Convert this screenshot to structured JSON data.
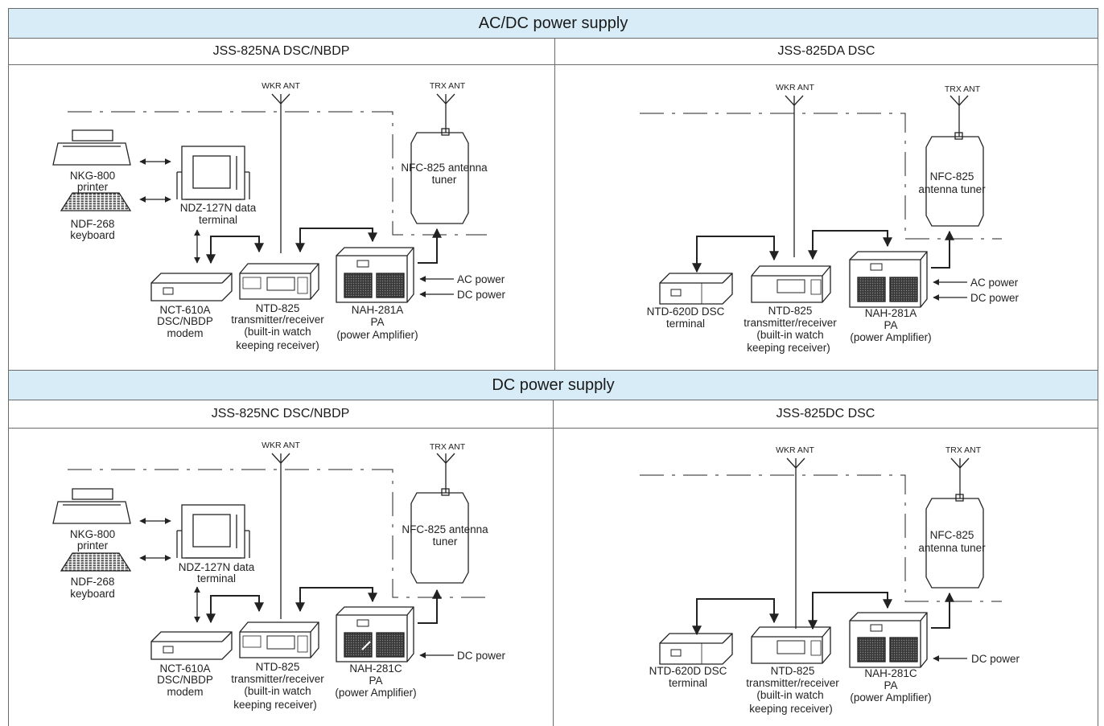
{
  "sections": [
    {
      "title": "AC/DC power supply",
      "panels": [
        {
          "title": "JSS-825NA DSC/NBDP",
          "labels": {
            "wkr_ant": "WKR ANT",
            "trx_ant": "TRX ANT",
            "printer_1": "NKG-800",
            "printer_2": "printer",
            "keyboard_1": "NDF-268",
            "keyboard_2": "keyboard",
            "terminal_1": "NDZ-127N data",
            "terminal_2": "terminal",
            "tuner_1": "NFC-825 antenna",
            "tuner_2": "tuner",
            "modem_1": "NCT-610A",
            "modem_2": "DSC/NBDP",
            "modem_3": "modem",
            "trx_1": "NTD-825",
            "trx_2": "transmitter/receiver",
            "trx_3": "(built-in watch",
            "trx_4": "keeping receiver)",
            "pa_1": "NAH-281A",
            "pa_2": "PA",
            "pa_3": "(power Amplifier)",
            "ac_power": "AC power",
            "dc_power": "DC power"
          }
        },
        {
          "title": "JSS-825DA DSC",
          "labels": {
            "wkr_ant": "WKR ANT",
            "trx_ant": "TRX ANT",
            "tuner_1": "NFC-825",
            "tuner_2": "antenna tuner",
            "dsc_1": "NTD-620D DSC",
            "dsc_2": "terminal",
            "trx_1": "NTD-825",
            "trx_2": "transmitter/receiver",
            "trx_3": "(built-in watch",
            "trx_4": "keeping receiver)",
            "pa_1": "NAH-281A",
            "pa_2": "PA",
            "pa_3": "(power Amplifier)",
            "ac_power": "AC power",
            "dc_power": "DC power"
          }
        }
      ]
    },
    {
      "title": "DC power supply",
      "panels": [
        {
          "title": "JSS-825NC DSC/NBDP",
          "labels": {
            "wkr_ant": "WKR ANT",
            "trx_ant": "TRX ANT",
            "printer_1": "NKG-800",
            "printer_2": "printer",
            "keyboard_1": "NDF-268",
            "keyboard_2": "keyboard",
            "terminal_1": "NDZ-127N data",
            "terminal_2": "terminal",
            "tuner_1": "NFC-825 antenna",
            "tuner_2": "tuner",
            "modem_1": "NCT-610A",
            "modem_2": "DSC/NBDP",
            "modem_3": "modem",
            "trx_1": "NTD-825",
            "trx_2": "transmitter/receiver",
            "trx_3": "(built-in watch",
            "trx_4": "keeping receiver)",
            "pa_1": "NAH-281C",
            "pa_2": "PA",
            "pa_3": "(power Amplifier)",
            "dc_power": "DC power"
          }
        },
        {
          "title": "JSS-825DC DSC",
          "labels": {
            "wkr_ant": "WKR ANT",
            "trx_ant": "TRX ANT",
            "tuner_1": "NFC-825",
            "tuner_2": "antenna tuner",
            "dsc_1": "NTD-620D DSC",
            "dsc_2": "terminal",
            "trx_1": "NTD-825",
            "trx_2": "transmitter/receiver",
            "trx_3": "(built-in watch",
            "trx_4": "keeping receiver)",
            "pa_1": "NAH-281C",
            "pa_2": "PA",
            "pa_3": "(power Amplifier)",
            "dc_power": "DC power"
          }
        }
      ]
    }
  ]
}
